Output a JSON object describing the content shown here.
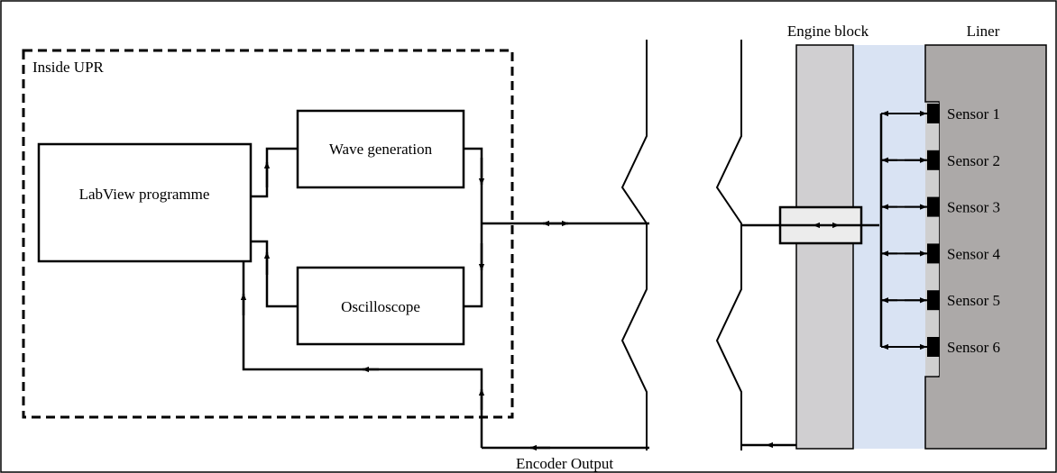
{
  "diagram": {
    "labels": {
      "inside_upr": "Inside UPR",
      "labview": "LabView programme",
      "wave_generation": "Wave generation",
      "oscilloscope": "Oscilloscope",
      "engine_block": "Engine block",
      "liner": "Liner",
      "encoder_output": "Encoder Output"
    },
    "sensors": [
      "Sensor 1",
      "Sensor 2",
      "Sensor 3",
      "Sensor 4",
      "Sensor 5",
      "Sensor 6"
    ],
    "colors": {
      "engine_block": "#d0cfd1",
      "liner": "#aca9a8",
      "coolant_gap": "#d9e3f3",
      "connector": "#ececec",
      "line": "#000000"
    }
  }
}
